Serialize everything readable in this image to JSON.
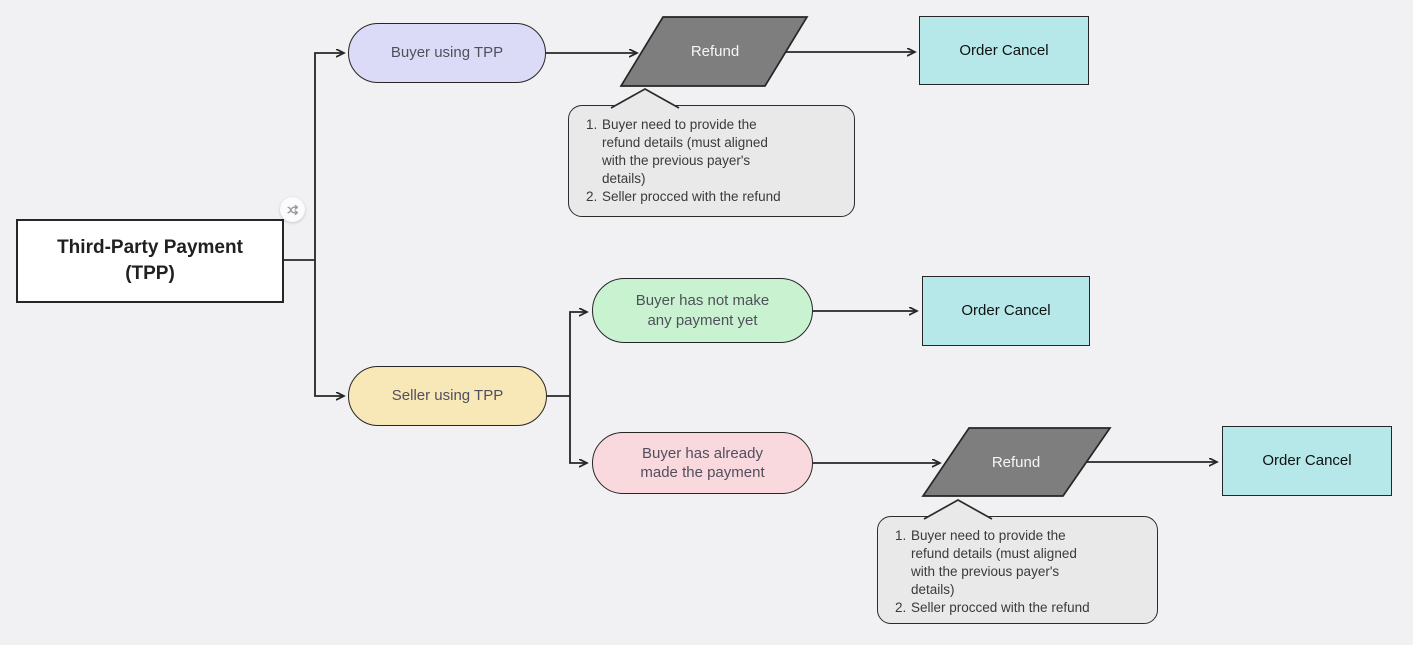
{
  "canvas": {
    "background": "#f1f1f3",
    "line_color": "#262626"
  },
  "root": {
    "label": "Third-Party Payment\n(TPP)",
    "fill": "#ffffff",
    "badge_icon": "swap-arrows-icon"
  },
  "branches": {
    "buyer": {
      "label": "Buyer using TPP",
      "fill": "#dcdbf7"
    },
    "seller": {
      "label": "Seller using TPP",
      "fill": "#f8e7b7"
    }
  },
  "seller_cases": {
    "not_paid": {
      "label": "Buyer has not make\nany payment yet",
      "fill": "#c9f2d0"
    },
    "paid": {
      "label": "Buyer has already\nmade the payment",
      "fill": "#f9d8de"
    }
  },
  "process": {
    "refund_1": {
      "label": "Refund",
      "fill": "#7e7e7e"
    },
    "refund_2": {
      "label": "Refund",
      "fill": "#7e7e7e"
    }
  },
  "outcomes": {
    "order_cancel_1": {
      "label": "Order Cancel",
      "fill": "#b6e8ea"
    },
    "order_cancel_2": {
      "label": "Order Cancel",
      "fill": "#b6e8ea"
    },
    "order_cancel_3": {
      "label": "Order Cancel",
      "fill": "#b6e8ea"
    }
  },
  "notes": {
    "fill": "#e9e9e9",
    "refund_note_1": {
      "items": [
        "Buyer need to provide the\nrefund details (must aligned\nwith the previous payer's\ndetails)",
        "Seller procced with the refund"
      ]
    },
    "refund_note_2": {
      "items": [
        "Buyer need to provide the\nrefund details (must aligned\nwith the previous payer's\ndetails)",
        "Seller procced with the refund"
      ]
    }
  }
}
